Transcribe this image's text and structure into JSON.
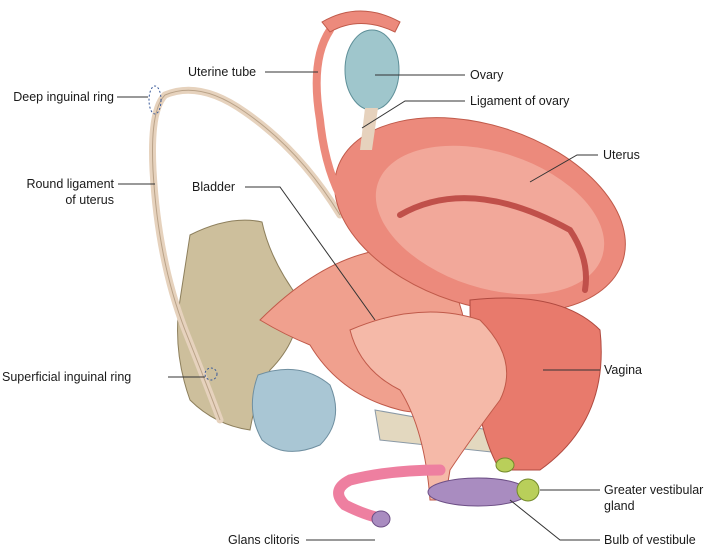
{
  "labels": {
    "uterine_tube": "Uterine tube",
    "ovary": "Ovary",
    "ligament_of_ovary": "Ligament of ovary",
    "deep_inguinal_ring": "Deep inguinal ring",
    "round_ligament_line1": "Round ligament",
    "round_ligament_line2": "of uterus",
    "bladder": "Bladder",
    "uterus": "Uterus",
    "vagina": "Vagina",
    "superficial_inguinal_ring": "Superficial inguinal ring",
    "greater_vestibular_line1": "Greater vestibular",
    "greater_vestibular_line2": "gland",
    "bulb_of_vestibule": "Bulb of vestibule",
    "glans_clitoris": "Glans clitoris"
  },
  "colors": {
    "uterus": "#ec8a7c",
    "uterus_inner": "#f2a89a",
    "ovary": "#9fc6cc",
    "bone": "#cdbf9c",
    "ligament": "#e6d2bd",
    "bulb": "#a98cc0",
    "gland": "#b9cf5a",
    "leader": "#333333"
  }
}
